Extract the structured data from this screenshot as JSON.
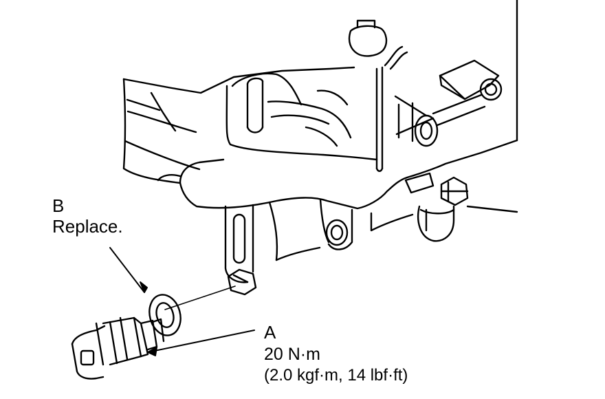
{
  "callouts": {
    "b": {
      "letter": "B",
      "note": "Replace."
    },
    "a": {
      "letter": "A",
      "torque": "20 N·m",
      "torque_alt": "(2.0 kgf·m, 14 lbf·ft)"
    }
  },
  "colors": {
    "line": "#000000",
    "background": "#ffffff"
  }
}
